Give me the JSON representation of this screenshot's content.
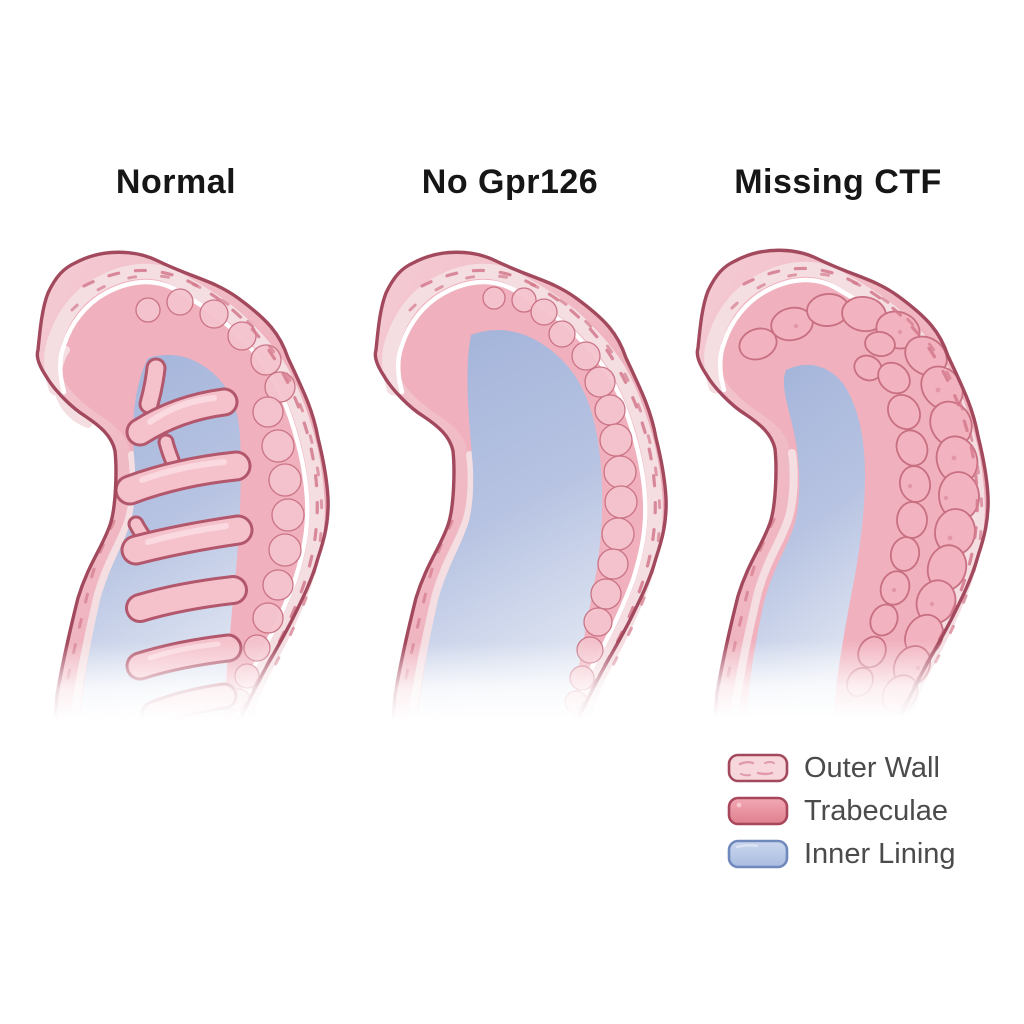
{
  "panels": [
    {
      "id": "normal",
      "title": "Normal"
    },
    {
      "id": "no-gpr126",
      "title": "No Gpr126"
    },
    {
      "id": "missing-ctf",
      "title": "Missing CTF"
    }
  ],
  "legend": {
    "items": [
      {
        "id": "outer-wall",
        "label": "Outer Wall"
      },
      {
        "id": "trabeculae",
        "label": "Trabeculae"
      },
      {
        "id": "inner-lining",
        "label": "Inner Lining"
      }
    ]
  },
  "colors": {
    "text_title": "#161616",
    "text_legend": "#4b4b4b",
    "outline": "#a3495e",
    "outer_wall_light": "#f5ccd4",
    "outer_wall_deep": "#e99cab",
    "inner_layer": "#f0b0bd",
    "cream": "#f4dee2",
    "white_line": "#ffffff",
    "dash": "#d4798c",
    "lump_fill": "#f2b2bf",
    "lump_fill2": "#f5c4cd",
    "lump_stroke": "#c87082",
    "finger_fill": "#f5c2cc",
    "finger_stroke": "#b2576c",
    "finger_hi": "#fadde3",
    "lumen_top": "#a2b3d9",
    "lumen_mid": "#b7c3e2",
    "lumen_bottom": "#dfe5f2",
    "legend_outer_fill": "#f7d6dc",
    "legend_outer_dash": "#e09aaa",
    "legend_trab_top": "#f2a9b4",
    "legend_trab_bottom": "#df7f8e",
    "legend_trab_stroke": "#a8465c",
    "legend_blue_top": "#ccd7ee",
    "legend_blue_bottom": "#a9bce0",
    "legend_blue_stroke": "#7089bd"
  }
}
